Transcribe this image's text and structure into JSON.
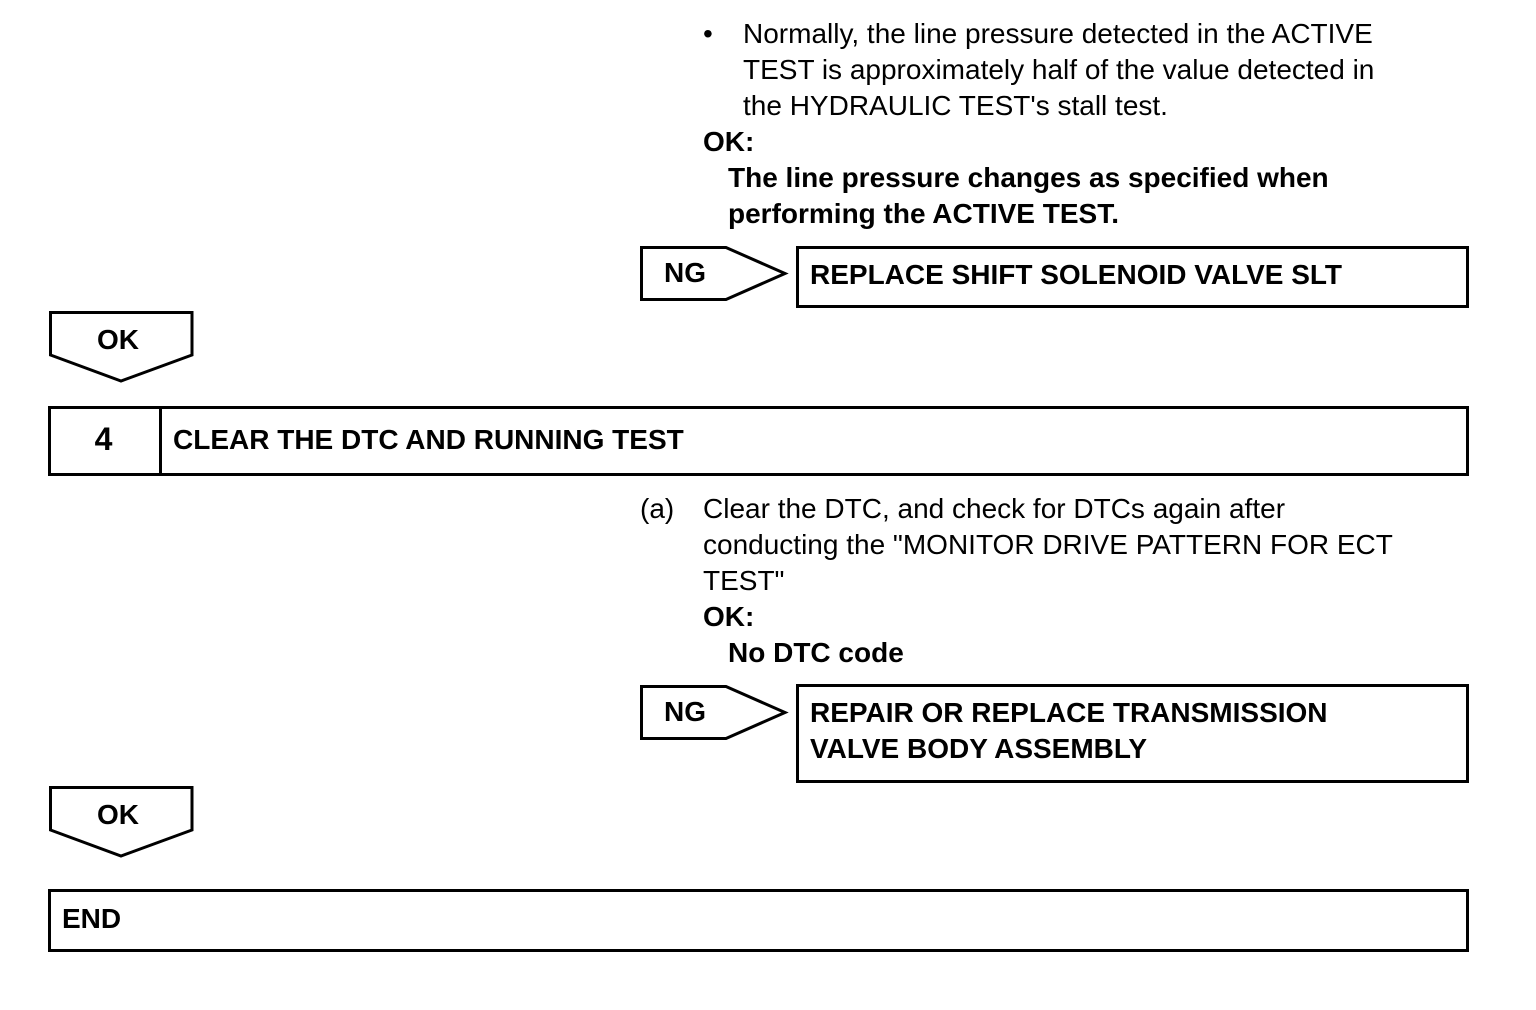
{
  "step3_tail": {
    "bullet_symbol": "•",
    "note_lines": [
      "Normally, the line pressure detected in the ACTIVE",
      "TEST is approximately half of the value detected in",
      "the HYDRAULIC TEST's stall test."
    ],
    "ok_label": "OK:",
    "ok_criteria_lines": [
      "The line pressure changes as specified when",
      "performing the ACTIVE TEST."
    ],
    "ng_label": "NG",
    "ng_action": "REPLACE SHIFT SOLENOID VALVE SLT",
    "ok_arrow_label": "OK"
  },
  "step4": {
    "number": "4",
    "title": "CLEAR THE DTC AND RUNNING TEST",
    "sub_marker": "(a)",
    "sub_lines": [
      "Clear the DTC, and check for DTCs again after",
      "conducting the \"MONITOR DRIVE PATTERN FOR ECT",
      "TEST\""
    ],
    "ok_label": "OK:",
    "ok_criteria": "No DTC code",
    "ng_label": "NG",
    "ng_action_lines": [
      "REPAIR OR REPLACE TRANSMISSION",
      "VALVE BODY ASSEMBLY"
    ],
    "ok_arrow_label": "OK"
  },
  "end_label": "END"
}
